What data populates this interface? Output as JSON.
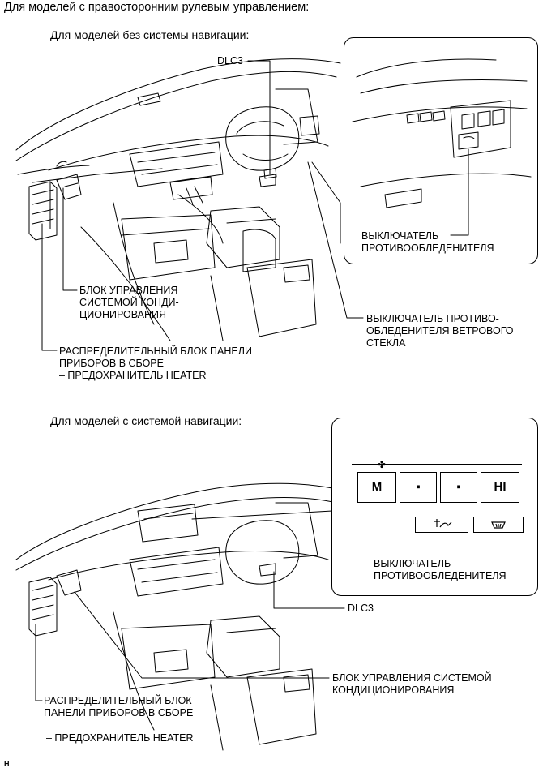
{
  "header": "Для моделей с правосторонним рулевым управлением:",
  "section1": {
    "title": "Для моделей без системы навигации:",
    "labels": {
      "dlc3": "DLC3",
      "defroster_switch": [
        "ВЫКЛЮЧАТЕЛЬ",
        "ПРОТИВООБЛЕДЕНИТЕЛЯ"
      ],
      "ac_unit": [
        "БЛОК УПРАВЛЕНИЯ",
        "СИСТЕМОЙ КОНДИ-",
        "ЦИОНИРОВАНИЯ"
      ],
      "windshield_switch": [
        "ВЫКЛЮЧАТЕЛЬ ПРОТИВО-",
        "ОБЛЕДЕНИТЕЛЯ ВЕТРОВОГО",
        "СТЕКЛА"
      ],
      "junction_block": [
        "РАСПРЕДЕЛИТЕЛЬНЫЙ БЛОК ПАНЕЛИ",
        "ПРИБОРОВ В СБОРЕ",
        "– ПРЕДОХРАНИТЕЛЬ HEATER"
      ]
    }
  },
  "section2": {
    "title": "Для моделей с системой навигации:",
    "buttons": [
      "M",
      "▪",
      "▪",
      "HI"
    ],
    "labels": {
      "defroster_switch": [
        "ВЫКЛЮЧАТЕЛЬ",
        "ПРОТИВООБЛЕДЕНИТЕЛЯ"
      ],
      "dlc3": "DLC3",
      "ac_unit": [
        "БЛОК УПРАВЛЕНИЯ СИСТЕМОЙ",
        "КОНДИЦИОНИРОВАНИЯ"
      ],
      "junction_block": [
        "РАСПРЕДЕЛИТЕЛЬНЫЙ БЛОК",
        "ПАНЕЛИ ПРИБОРОВ В СБОРЕ"
      ],
      "fuse": "– ПРЕДОХРАНИТЕЛЬ HEATER"
    }
  },
  "footer_code": "H"
}
